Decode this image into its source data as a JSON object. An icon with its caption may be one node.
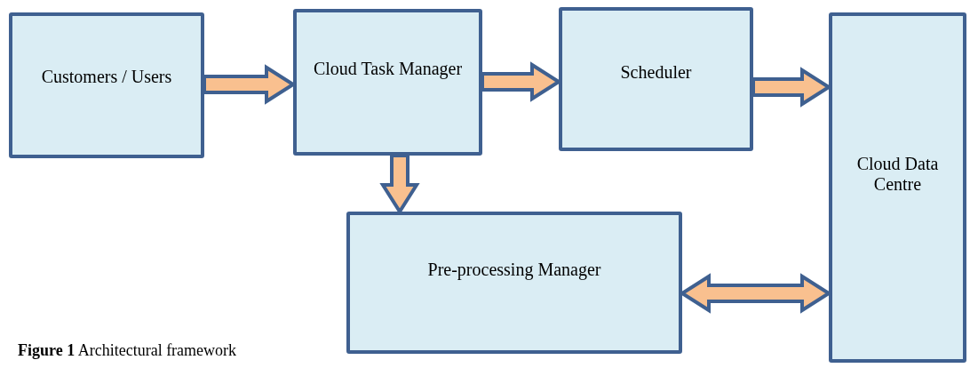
{
  "diagram": {
    "caption": "**Figure 1** Architectural framework",
    "nodes": [
      {
        "text": [
          "Customers / Users"
        ]
      },
      {
        "text": [
          "Cloud Task Manager"
        ]
      },
      {
        "text": [
          "Scheduler"
        ]
      },
      {
        "text": [
          "Cloud Data Centre"
        ]
      },
      {
        "text": [
          "Pre-processing Manager"
        ]
      }
    ],
    "edges": [
      {
        "from": 0,
        "to": 1,
        "arrow": "to"
      },
      {
        "from": 1,
        "to": 2,
        "arrow": "to"
      },
      {
        "from": 2,
        "to": 3,
        "arrow": "to"
      },
      {
        "from": 1,
        "to": 4,
        "arrow": "to"
      },
      {
        "from": 4,
        "to": 3,
        "arrow": "both"
      }
    ]
  }
}
